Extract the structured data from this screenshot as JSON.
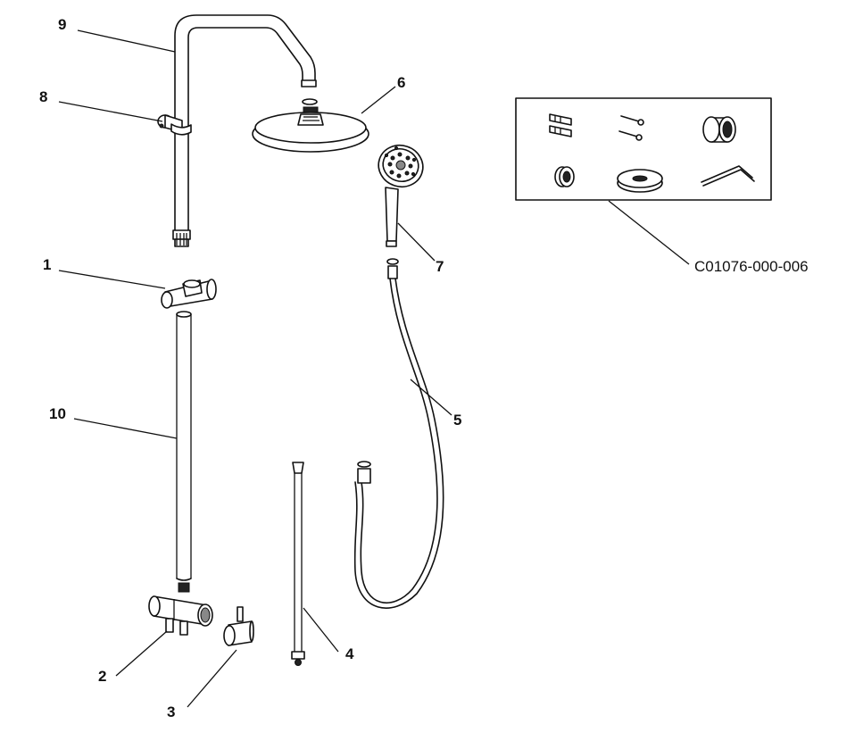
{
  "diagram": {
    "labels": {
      "p1": "1",
      "p2": "2",
      "p3": "3",
      "p4": "4",
      "p5": "5",
      "p6": "6",
      "p7": "7",
      "p8": "8",
      "p9": "9",
      "p10": "10"
    },
    "kit_code": "C01076-000-006"
  }
}
